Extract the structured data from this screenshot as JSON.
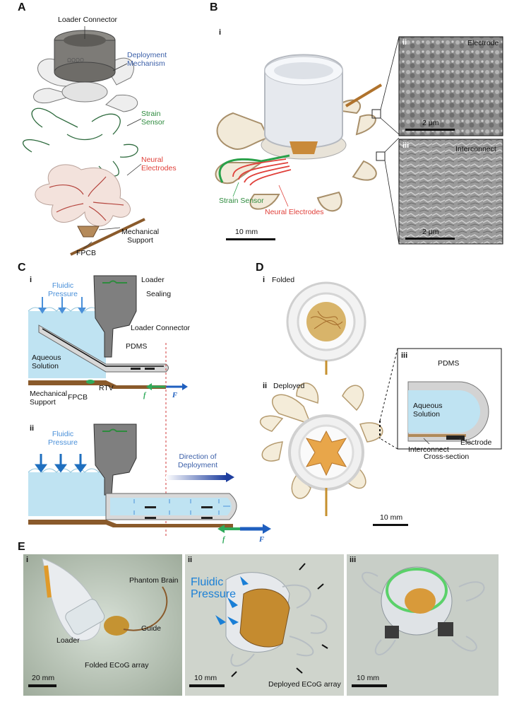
{
  "panels": {
    "A": "A",
    "B": "B",
    "C": "C",
    "D": "D",
    "E": "E"
  },
  "a": {
    "loader_connector": "Loader Connector",
    "deployment_mechanism": "Deployment\nMechanism",
    "strain_sensor": "Strain\nSensor",
    "neural_electrodes": "Neural\nElectrodes",
    "mechanical_support": "Mechanical\nSupport",
    "fpcb": "FPCB"
  },
  "b": {
    "sub_i": "i",
    "sub_ii": "ii",
    "sub_iii": "iii",
    "electrode": "Electrode",
    "interconnect": "Interconnect",
    "scale_ii": "2 μm",
    "scale_iii": "2 μm",
    "strain_sensor": "Strain Sensor",
    "neural_electrodes": "Neural Electrodes",
    "scale_main": "10 mm"
  },
  "c": {
    "sub_i": "i",
    "sub_ii": "ii",
    "fluidic_pressure": "Fluidic\nPressure",
    "fluidic_pressure_2": "Fluidic\nPressure",
    "loader": "Loader",
    "sealing": "Sealing",
    "loader_connector": "Loader Connector",
    "pdms": "PDMS",
    "aqueous": "Aqueous\nSolution",
    "rtv": "RTV",
    "fpcb": "FPCB",
    "mech_support": "Mechanical\nSupport",
    "f_small": "f",
    "F_big": "F",
    "f_small_2": "f",
    "F_big_2": "F",
    "direction": "Direction of\nDeployment"
  },
  "d": {
    "sub_i": "i",
    "folded": "Folded",
    "sub_ii": "ii",
    "deployed": "Deployed",
    "sub_iii": "iii",
    "pdms": "PDMS",
    "aqueous": "Aqueous\nSolution",
    "interconnect": "Interconnect",
    "electrode": "Electrode",
    "cross_section": "Cross-section",
    "scale": "10 mm"
  },
  "e": {
    "sub_i": "i",
    "sub_ii": "ii",
    "sub_iii": "iii",
    "phantom_brain": "Phantom Brain",
    "guide": "Guide",
    "loader": "Loader",
    "folded_ecog": "Folded ECoG array",
    "scale_i": "20 mm",
    "fluidic_pressure": "Fluidic\nPressure",
    "deployed_ecog": "Deployed ECoG array",
    "scale_ii": "10 mm",
    "scale_iii": "10 mm"
  },
  "colors": {
    "deployment_blue": "#3b5fa8",
    "strain_green": "#2e8b3e",
    "neural_red": "#e0403a",
    "fluid_blue": "#4a90d9",
    "water": "#bfe3f2",
    "pdms_gray": "#cfcfcf",
    "support_brown": "#8a5a2b",
    "arrow_green": "#2faa5a",
    "arrow_blue": "#1f5fbf"
  }
}
